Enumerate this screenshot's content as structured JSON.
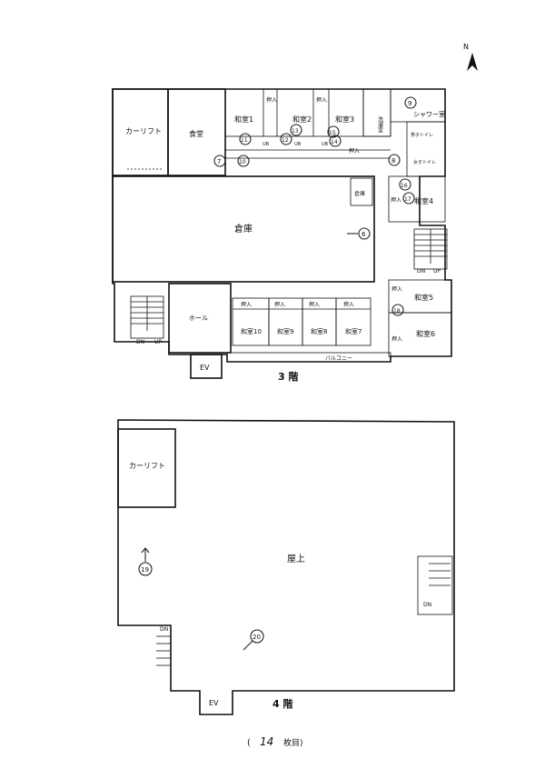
{
  "north_mark": "N",
  "floor3": {
    "label": "3 階",
    "car_lift": "カーリフト",
    "dining": "食堂",
    "warehouse": "倉庫",
    "hall": "ホール",
    "balcony": "バルコニー",
    "ev": "EV",
    "storage_small": "倉庫",
    "laundry": "洗濯室",
    "shower": "シャワー室",
    "toilet_m": "男子トイレ",
    "toilet_f": "女子トイレ",
    "ub": "UB",
    "closet": "押入",
    "stairs_dn": "DN",
    "stairs_up": "UP",
    "rooms": [
      "和室1",
      "和室2",
      "和室3",
      "和室4",
      "和室5",
      "和室6",
      "和室7",
      "和室8",
      "和室9",
      "和室10"
    ]
  },
  "floor4": {
    "label": "4 階",
    "car_lift": "カーリフト",
    "rooftop": "屋上",
    "ev": "EV",
    "stairs_dn": "DN"
  },
  "photo_markers": [
    "6",
    "7",
    "8",
    "9",
    "10",
    "11",
    "12",
    "13",
    "14",
    "15",
    "16",
    "17",
    "18",
    "19",
    "20"
  ],
  "footer": {
    "open": "(",
    "sheet_number": "14",
    "suffix": "枚目)"
  }
}
